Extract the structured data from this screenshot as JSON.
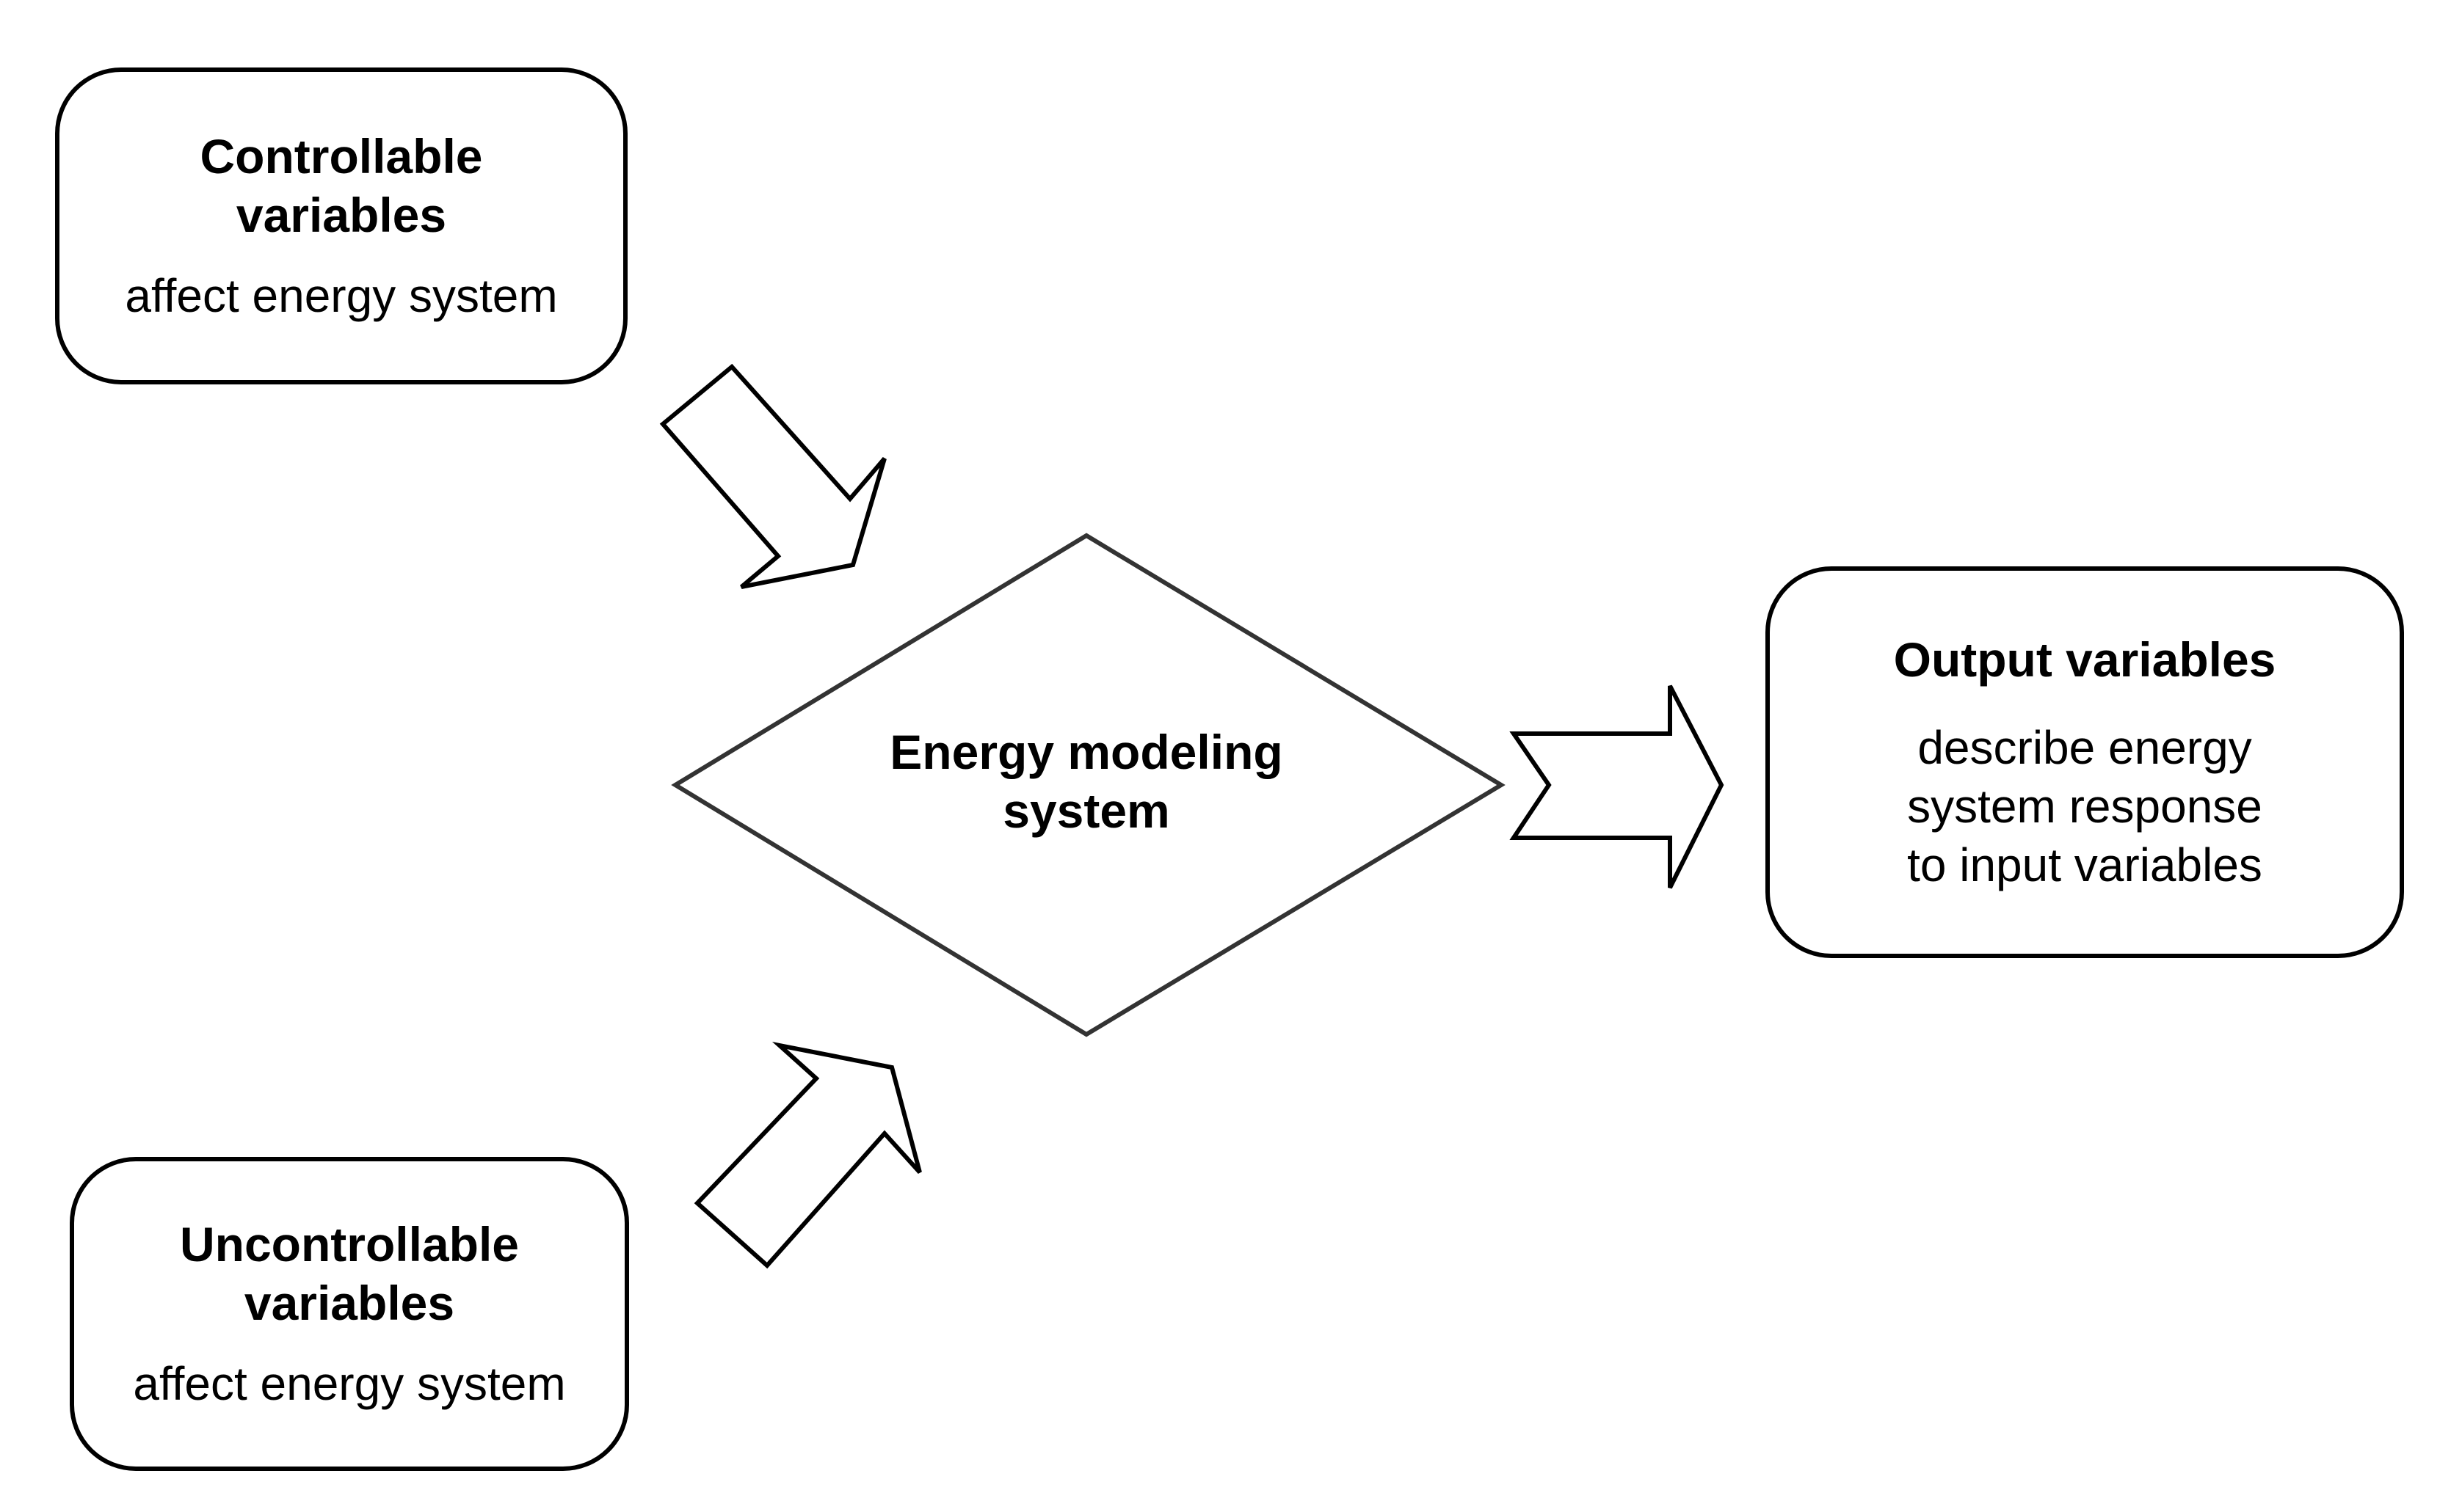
{
  "nodes": {
    "controllable": {
      "title": "Controllable\nvariables",
      "description": "affect energy system"
    },
    "uncontrollable": {
      "title": "Uncontrollable\nvariables",
      "description": "affect energy system"
    },
    "energy_system": {
      "title": "Energy modeling\nsystem"
    },
    "output": {
      "title": "Output variables",
      "description": "describe energy\nsystem response\nto input variables"
    }
  },
  "edges": [
    {
      "from": "controllable",
      "to": "energy_system"
    },
    {
      "from": "uncontrollable",
      "to": "energy_system"
    },
    {
      "from": "energy_system",
      "to": "output"
    }
  ]
}
